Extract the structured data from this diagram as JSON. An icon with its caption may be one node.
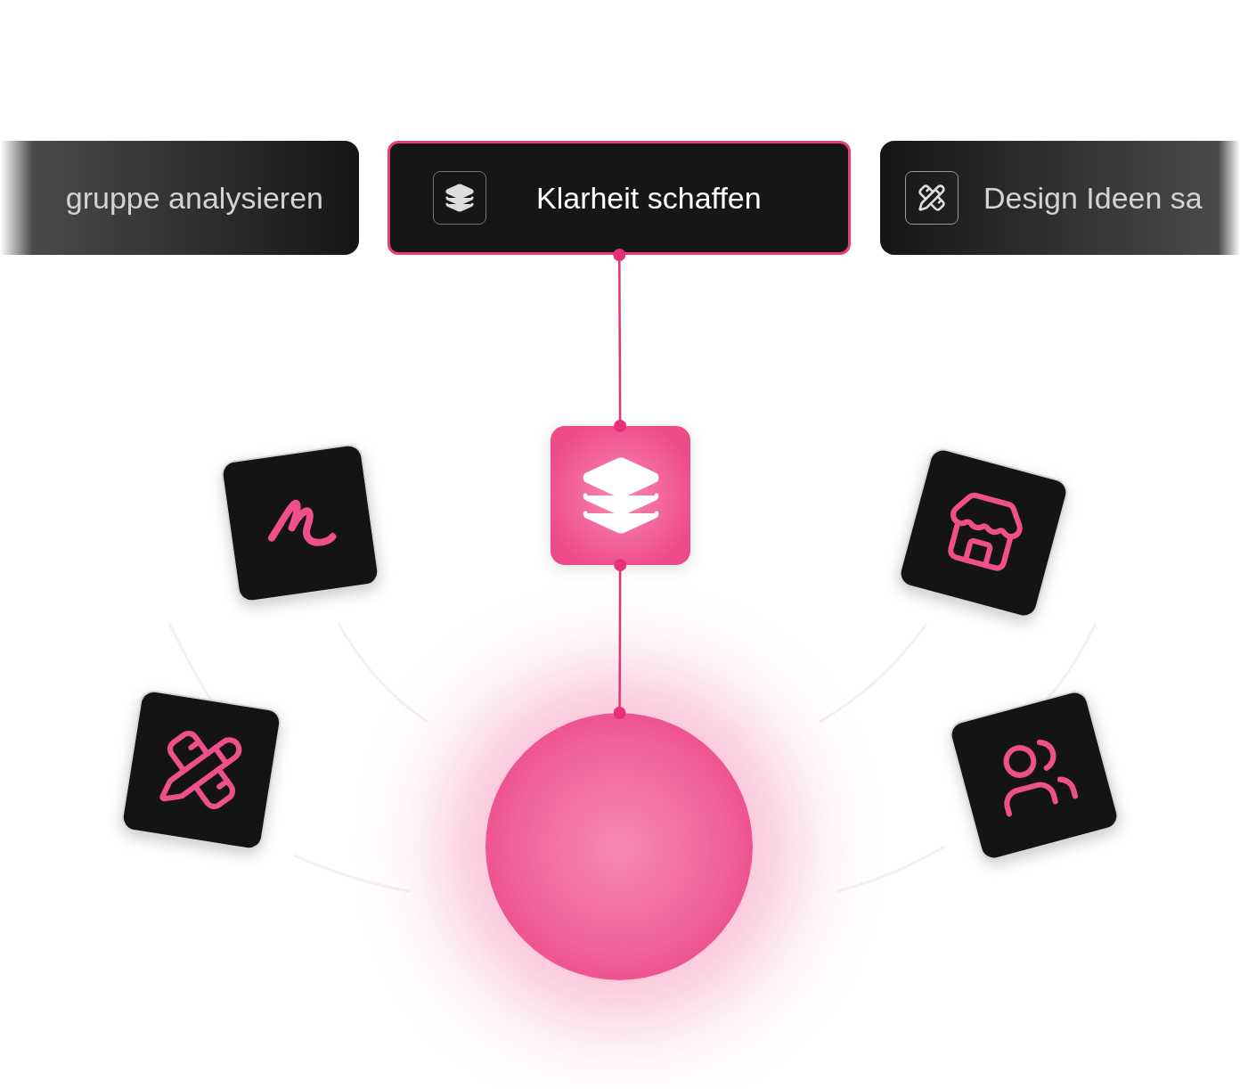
{
  "diagram": {
    "nodes": [
      {
        "text": [
          "gruppe analysieren"
        ]
      },
      {
        "text": [
          "Klarheit schaffen"
        ]
      },
      {
        "text": [
          "Design Ideen sa"
        ]
      },
      {
        "text": [],
        "shape": "box"
      },
      {
        "text": [],
        "shape": "box"
      },
      {
        "text": [],
        "shape": "box"
      },
      {
        "text": [],
        "shape": "box"
      },
      {
        "text": [],
        "shape": "box"
      },
      {
        "text": [],
        "shape": "circle"
      }
    ],
    "edges": [
      {
        "from": 1,
        "to": 3,
        "arrow": "other"
      },
      {
        "from": 3,
        "to": 8,
        "arrow": "other"
      }
    ]
  }
}
